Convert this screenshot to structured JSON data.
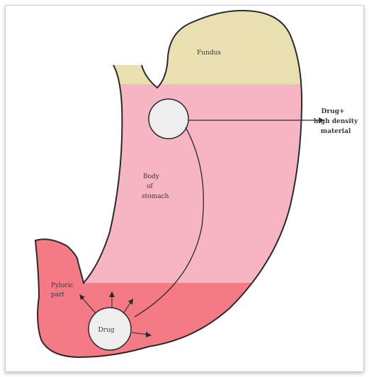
{
  "diagram": {
    "labels": {
      "fundus": "Fundus",
      "body": [
        "Body",
        "of",
        "stomach"
      ],
      "drug_material": [
        "Drug+",
        "high density",
        "material"
      ],
      "pyloric": [
        "Pyloric",
        "part"
      ],
      "drug_pellet": "Drug"
    },
    "colors": {
      "fundus": "#eadfb0",
      "body": "#f5b5c3",
      "pyloric": "#f47a86",
      "outline": "#2a2a2a",
      "pellet": "#eeeeee"
    }
  }
}
